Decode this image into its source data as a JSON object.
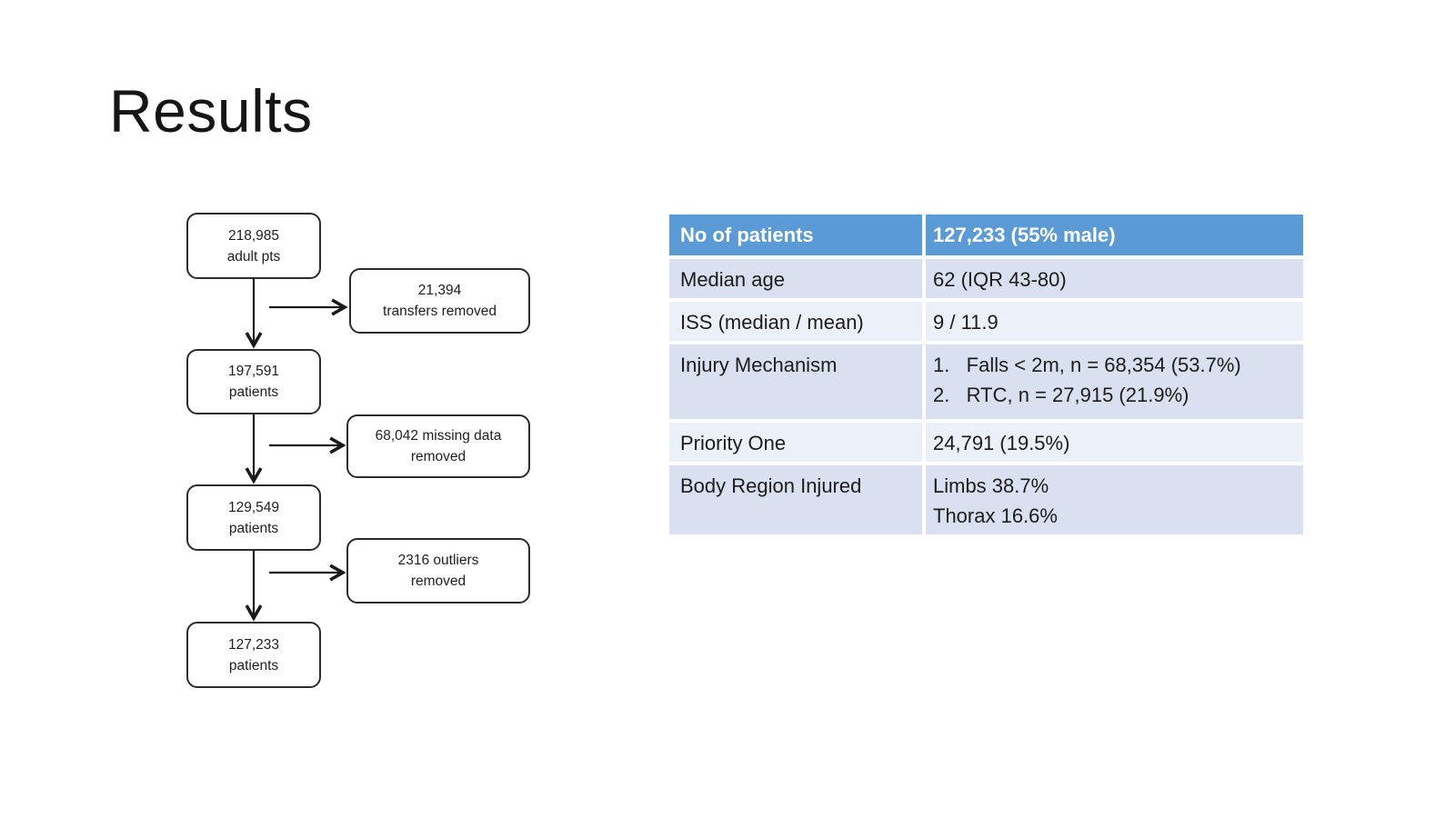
{
  "slide": {
    "title": "Results"
  },
  "colors": {
    "header_bg": "#5B9BD5",
    "band_dark": "#D9E1F0",
    "band_light": "#ECF0F8",
    "text_dark": "#1C1C1C",
    "header_text": "#FFFFFF"
  },
  "flowchart": {
    "boxes": [
      {
        "text": "218,985\nadult pts"
      },
      {
        "text": "197,591\npatients"
      },
      {
        "text": "129,549\npatients"
      },
      {
        "text": "127,233\npatients"
      }
    ],
    "side_boxes": [
      {
        "text": "21,394\ntransfers removed"
      },
      {
        "text": "68,042 missing data\nremoved"
      },
      {
        "text": "2316 outliers\nremoved"
      }
    ]
  },
  "table": {
    "header": {
      "label": "No of patients",
      "value": "127,233 (55% male)"
    },
    "rows": [
      {
        "label": "Median age",
        "value": "62 (IQR 43-80)"
      },
      {
        "label": "ISS (median / mean)",
        "value": "9 / 11.9"
      },
      {
        "label": "Injury Mechanism",
        "value": "1.   Falls < 2m, n = 68,354 (53.7%)\n2.   RTC, n = 27,915 (21.9%)"
      },
      {
        "label": "Priority One",
        "value": "24,791 (19.5%)"
      },
      {
        "label": "Body Region Injured",
        "value": "Limbs 38.7%\nThorax 16.6%"
      }
    ]
  }
}
